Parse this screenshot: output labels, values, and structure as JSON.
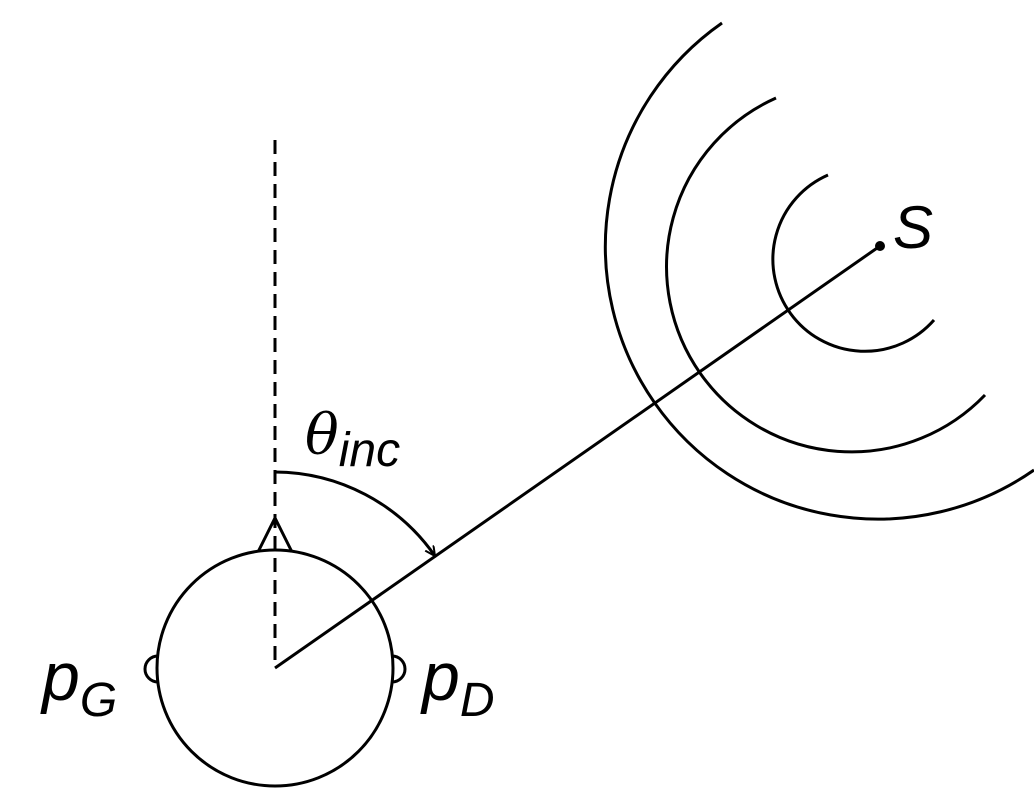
{
  "labels": {
    "source": "S",
    "angle_symbol": "θ",
    "angle_subscript": "inc",
    "left_ear_main": "p",
    "left_ear_subscript": "G",
    "right_ear_main": "p",
    "right_ear_subscript": "D"
  },
  "colors": {
    "stroke": "#000000",
    "background": "#ffffff"
  }
}
